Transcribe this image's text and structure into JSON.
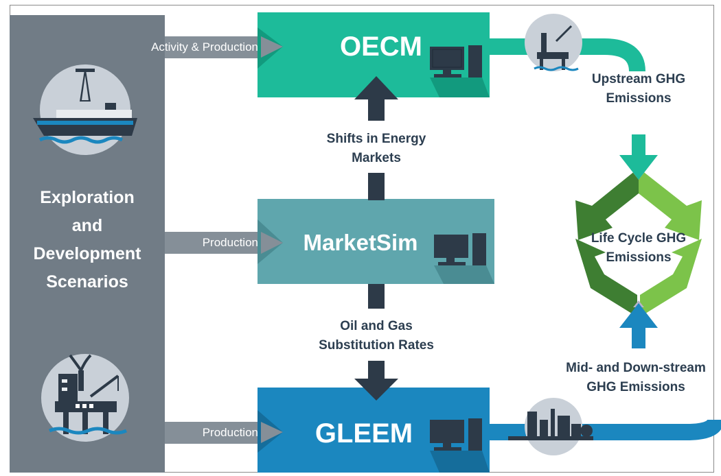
{
  "left_panel": {
    "title_lines": [
      "Exploration",
      "and",
      "Development",
      "Scenarios"
    ]
  },
  "feeds": {
    "oecm": "Activity & Production",
    "marketsim": "Production",
    "gleem": "Production"
  },
  "models": {
    "oecm": "OECM",
    "marketsim": "MarketSim",
    "gleem": "GLEEM"
  },
  "flows": {
    "up_label_lines": [
      "Shifts in Energy",
      "Markets"
    ],
    "down_label_lines": [
      "Oil and Gas",
      "Substitution Rates"
    ]
  },
  "outputs": {
    "upstream_lines": [
      "Upstream GHG",
      "Emissions"
    ],
    "lifecycle_lines": [
      "Life Cycle GHG",
      "Emissions"
    ],
    "midstream_lines": [
      "Mid- and Down-stream",
      "GHG Emissions"
    ]
  },
  "colors": {
    "oecm": "#1dbb9a",
    "marketsim": "#5fa6ad",
    "gleem": "#1b87bf",
    "panel": "#717c86",
    "dark_arrow": "#2d3a48",
    "cycle_dark": "#3e7e32",
    "cycle_light": "#7cc34a"
  },
  "icons": [
    "ship-drilling-rig-icon",
    "offshore-platform-icon",
    "computer-icon",
    "refinery-icon"
  ]
}
